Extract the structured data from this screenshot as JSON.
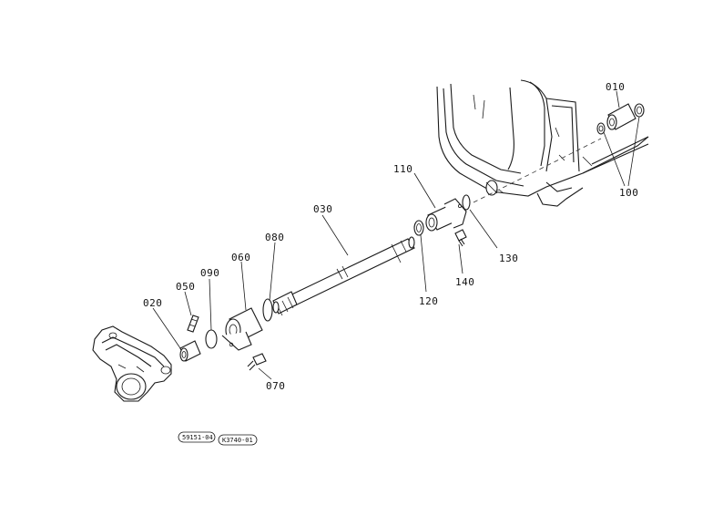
{
  "labels": {
    "p010": "010",
    "p020": "020",
    "p030": "030",
    "p050": "050",
    "p060": "060",
    "p070": "070",
    "p080": "080",
    "p090": "090",
    "p100": "100",
    "p110": "110",
    "p120": "120",
    "p130": "130",
    "p140": "140"
  },
  "refs": {
    "left": "59151-04",
    "right": "K3740-01"
  }
}
